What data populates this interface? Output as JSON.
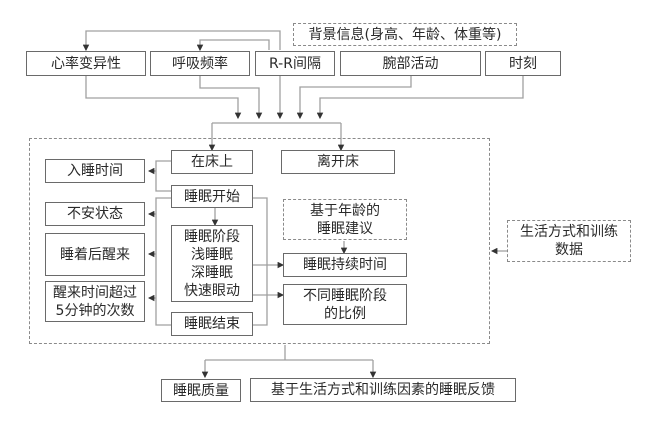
{
  "diagram": {
    "inputs": {
      "hrv": "心率变异性",
      "resp": "呼吸频率",
      "rr": "R-R间隔",
      "wrist": "腕部活动",
      "time": "时刻",
      "background": "背景信息(身高、年龄、体重等)"
    },
    "core": {
      "in_bed": "在床上",
      "out_of_bed": "离开床",
      "sleep_start": "睡眠开始",
      "sleep_stages": [
        "睡眠阶段",
        "浅睡眠",
        "深睡眠",
        "快速眼动"
      ],
      "sleep_end": "睡眠结束"
    },
    "left_outputs": {
      "sleep_onset": "入睡时间",
      "restless": "不安状态",
      "wake_after": "睡着后醒来",
      "wake_over5": [
        "醒来时间超过",
        "5分钟的次数"
      ]
    },
    "right_outputs": {
      "age_advice": [
        "基于年龄的",
        "睡眠建议"
      ],
      "duration": "睡眠持续时间",
      "stage_ratio": [
        "不同睡眠阶段",
        "的比例"
      ]
    },
    "lifestyle": [
      "生活方式和训练",
      "数据"
    ],
    "final_outputs": {
      "quality": "睡眠质量",
      "feedback": "基于生活方式和训练因素的睡眠反馈"
    },
    "colors": {
      "box_border": "#6a6a6a",
      "dashed_border": "#8a8a8a",
      "connector": "#a0a0a0",
      "arrow": "#333333"
    }
  }
}
